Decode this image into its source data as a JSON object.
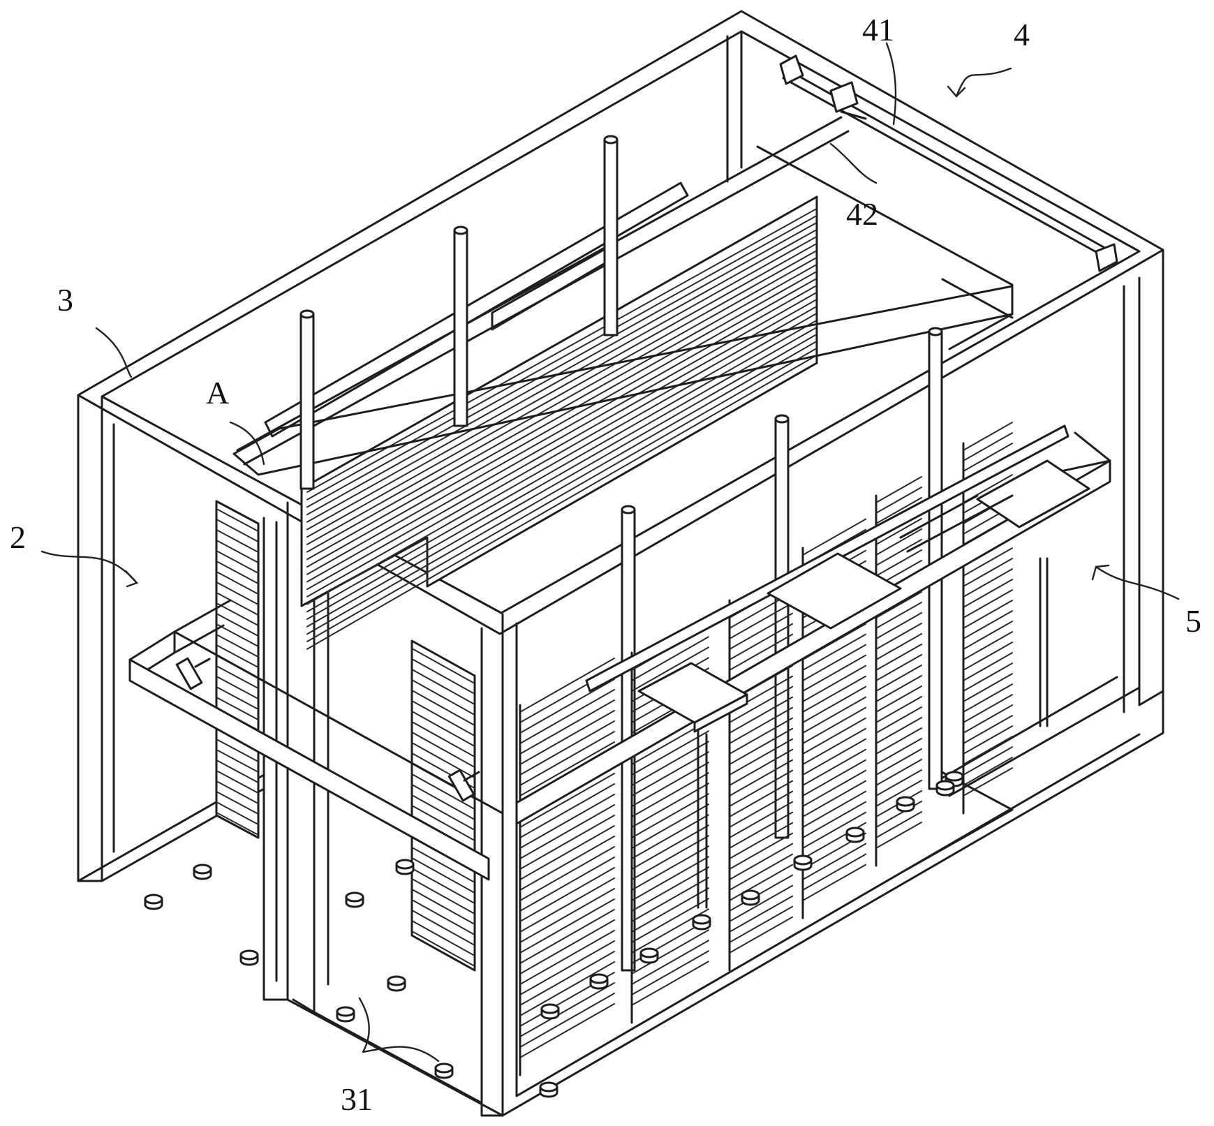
{
  "labels": {
    "frame": "3",
    "detail_a": "A",
    "assembly_2": "2",
    "assembly_4": "4",
    "rail_41": "41",
    "rail_42": "42",
    "assembly_5": "5",
    "foot_31": "31"
  }
}
